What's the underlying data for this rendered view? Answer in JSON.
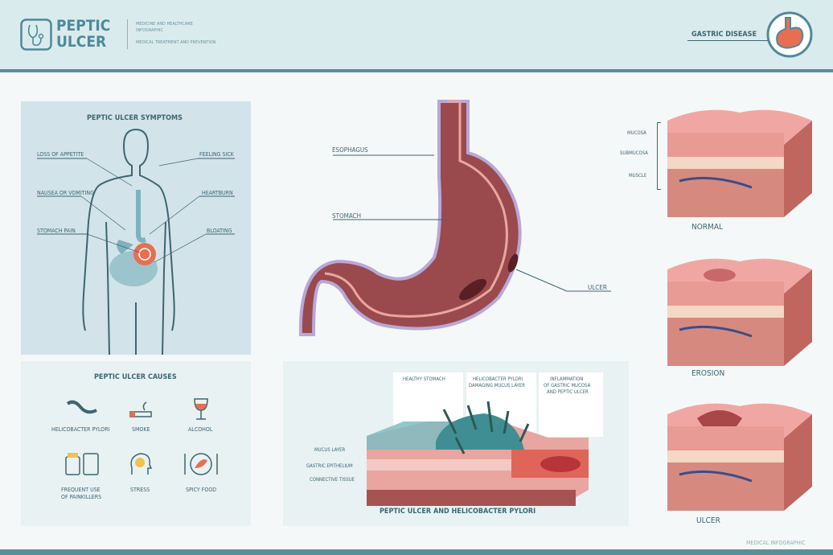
{
  "header": {
    "title_line1": "PEPTIC",
    "title_line2": "ULCER",
    "subtitle1": "MEDICINE AND HEALTHCARE",
    "subtitle2": "INFOGRAPHIC",
    "subtitle3": "MEDICAL TREATMENT AND PREVENTION",
    "badge": "GASTRIC DISEASE"
  },
  "symptoms": {
    "title": "PEPTIC ULCER SYMPTOMS",
    "items": [
      "LOSS OF APPETITE",
      "FEELING SICK",
      "NAUSEA OR VOMITING",
      "HEARTBURN",
      "STOMACH PAIN",
      "BLOATING"
    ]
  },
  "causes": {
    "title": "PEPTIC ULCER CAUSES",
    "items": [
      "HELICOBACTER PYLORI",
      "SMOKE",
      "ALCOHOL",
      "FREQUENT USE",
      "OF PAINKILLERS",
      "STRESS",
      "SPICY FOOD"
    ]
  },
  "stomach": {
    "esophagus": "ESOPHAGUS",
    "stomach": "STOMACH",
    "ulcer": "ULCER"
  },
  "pylori": {
    "title": "PEPTIC ULCER AND HELICOBACTER PYLORI",
    "stage1": "HEALTHY STOMACH",
    "stage2a": "HELICOBACTER PYLORI",
    "stage2b": "DAMAGING MUCUS LAYER",
    "stage3a": "INFLAMMATION",
    "stage3b": "OF GASTRIC MUCOSA",
    "stage3c": "AND PEPTIC ULCER",
    "layer1": "MUCUS LAYER",
    "layer2": "GASTRIC EPITHELIUM",
    "layer3": "CONNECTIVE TISSUE"
  },
  "layers": {
    "mucosa": "MUCOSA",
    "submucosa": "SUBMUCOSA",
    "muscle": "MUSCLE",
    "normal": "NORMAL",
    "erosion": "EROSION",
    "ulcer": "ULCER"
  },
  "footer": "MEDICAL INFOGRAPHIC"
}
